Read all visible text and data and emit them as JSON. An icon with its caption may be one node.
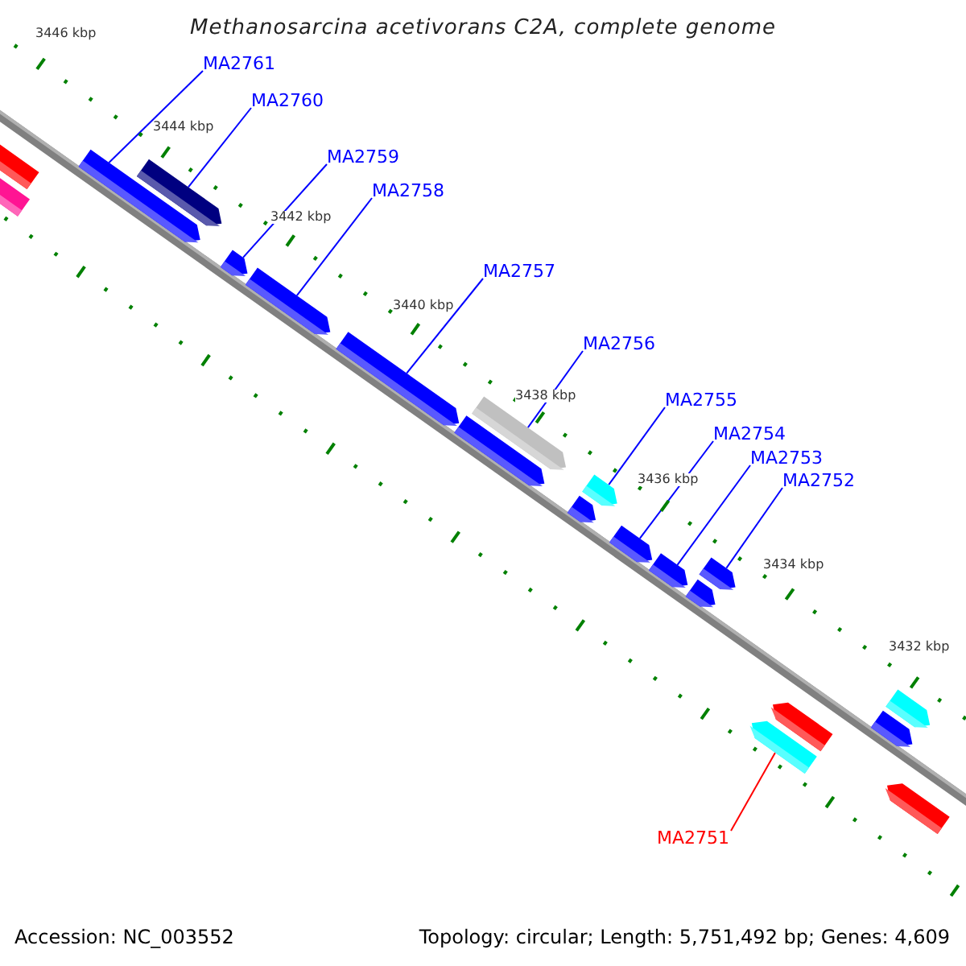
{
  "diagram": {
    "title": "Methanosarcina acetivorans C2A, complete genome",
    "nodes": [
      {
        "text": [
          "MA2761"
        ]
      },
      {
        "text": [
          "MA2760"
        ]
      },
      {
        "text": [
          "MA2759"
        ]
      },
      {
        "text": [
          "MA2758"
        ]
      },
      {
        "text": [
          "MA2757"
        ]
      },
      {
        "text": [
          "MA2756"
        ]
      },
      {
        "text": [
          "MA2755"
        ]
      },
      {
        "text": [
          "MA2754"
        ]
      },
      {
        "text": [
          "MA2753"
        ]
      },
      {
        "text": [
          "MA2752"
        ]
      },
      {
        "text": [
          "MA2751"
        ]
      },
      {
        "text": [],
        "shape": "bar"
      },
      {
        "text": [],
        "shape": "bar"
      },
      {
        "text": [],
        "shape": "bar"
      },
      {
        "text": [],
        "shape": "bar"
      },
      {
        "text": [],
        "shape": "bar"
      },
      {
        "text": [],
        "shape": "bar"
      },
      {
        "text": [],
        "shape": "bar"
      },
      {
        "text": [],
        "shape": "bar"
      },
      {
        "text": [],
        "shape": "bar"
      },
      {
        "text": [],
        "shape": "bar"
      },
      {
        "text": [],
        "shape": "bar"
      },
      {
        "text": [],
        "shape": "bar"
      },
      {
        "text": [],
        "shape": "bar"
      },
      {
        "text": [],
        "shape": "bar"
      },
      {
        "text": [],
        "shape": "bar"
      },
      {
        "text": [],
        "shape": "bar"
      },
      {
        "text": [],
        "shape": "bar"
      },
      {
        "text": [],
        "shape": "bar"
      },
      {
        "text": [],
        "shape": "bar"
      },
      {
        "text": [],
        "shape": "bar"
      }
    ],
    "edges": [
      {
        "from": 0,
        "to": 13,
        "arrow": "none"
      },
      {
        "from": 1,
        "to": 14,
        "arrow": "none"
      },
      {
        "from": 2,
        "to": 15,
        "arrow": "none"
      },
      {
        "from": 3,
        "to": 16,
        "arrow": "none"
      },
      {
        "from": 4,
        "to": 17,
        "arrow": "none"
      },
      {
        "from": 5,
        "to": 19,
        "arrow": "none"
      },
      {
        "from": 6,
        "to": 21,
        "arrow": "none"
      },
      {
        "from": 7,
        "to": 22,
        "arrow": "none"
      },
      {
        "from": 8,
        "to": 23,
        "arrow": "none"
      },
      {
        "from": 9,
        "to": 25,
        "arrow": "none"
      },
      {
        "from": 10,
        "to": 26,
        "arrow": "none",
        "color": "#ff0000"
      }
    ],
    "labels": [
      "3446 kbp",
      "3444 kbp",
      "3442 kbp",
      "3440 kbp",
      "3438 kbp",
      "3436 kbp",
      "3434 kbp",
      "3432 kbp",
      "Accession: NC_003552",
      "Topology: circular; Length: 5,751,492 bp; Genes: 4,609"
    ]
  }
}
